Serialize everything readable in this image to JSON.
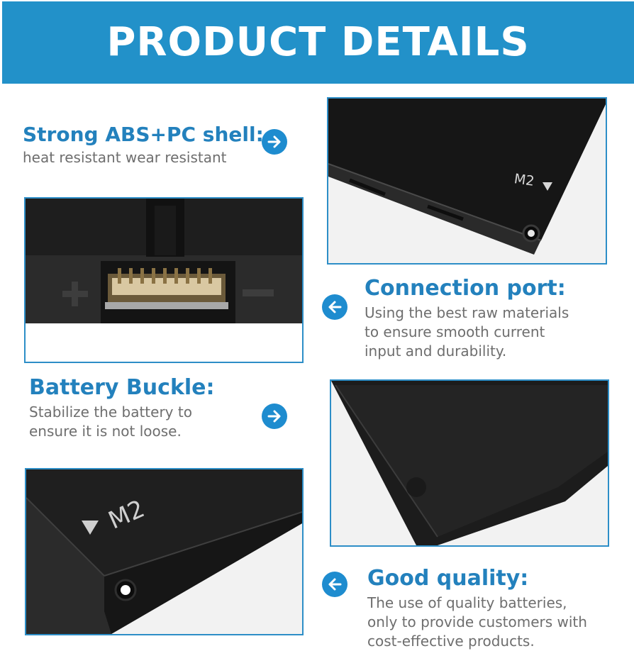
{
  "banner": {
    "title": "PRODUCT DETAILS"
  },
  "features": {
    "shell": {
      "title": "Strong ABS+PC shell:",
      "desc": [
        "heat resistant wear resistant"
      ]
    },
    "port": {
      "title": "Connection port:",
      "desc": [
        "Using the best raw materials",
        "to ensure smooth current",
        "input and durability."
      ]
    },
    "buckle": {
      "title": "Battery Buckle:",
      "desc": [
        "Stabilize the battery to",
        "ensure it is not loose."
      ]
    },
    "quality": {
      "title": "Good quality:",
      "desc": [
        "The use of quality batteries,",
        "only to provide customers with",
        "cost-effective products."
      ]
    }
  },
  "photos": {
    "top_right": {
      "marking": "M2"
    },
    "bottom_left": {
      "marking": "M2"
    }
  },
  "icons": {
    "arrow_shell": "arrow-right-icon",
    "arrow_port": "arrow-left-icon",
    "arrow_buckle": "arrow-right-icon",
    "arrow_quality": "arrow-left-icon"
  },
  "colors": {
    "banner": "#2291c9",
    "title_text": "#2381bd",
    "desc_text": "#6e6e6e",
    "arrow": "#1e8ccf",
    "frame": "#2d8ec7"
  }
}
